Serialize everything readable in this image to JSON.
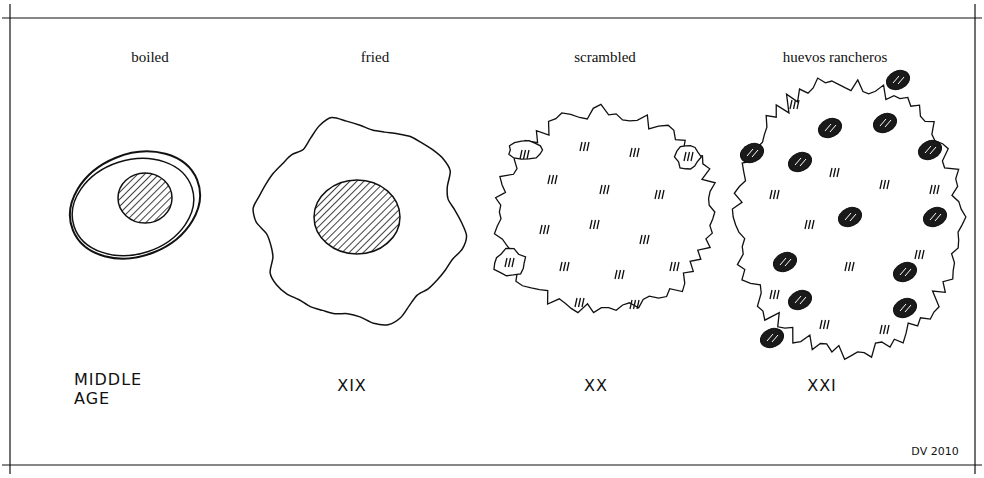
{
  "diagram": {
    "labels": [
      "boiled",
      "fried",
      "scrambled",
      "huevos rancheros",
      "MIDDLE AGE",
      "XIX",
      "XX",
      "XXI",
      "DV 2010"
    ]
  }
}
